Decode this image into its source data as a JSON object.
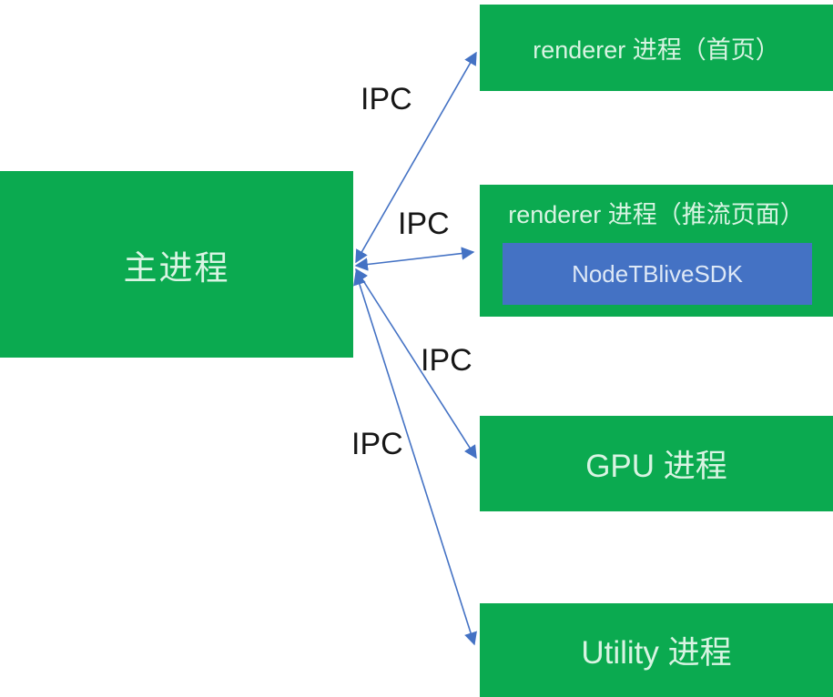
{
  "diagram": {
    "nodes": {
      "main": {
        "label": "主进程"
      },
      "renderer_home": {
        "label": "renderer 进程（首页）"
      },
      "renderer_push": {
        "label": "renderer 进程（推流页面）"
      },
      "sdk": {
        "label": "NodeTBliveSDK"
      },
      "gpu": {
        "label": "GPU 进程"
      },
      "utility": {
        "label": "Utility 进程"
      }
    },
    "edges": [
      {
        "from": "main",
        "to": "renderer_home",
        "label": "IPC"
      },
      {
        "from": "main",
        "to": "renderer_push",
        "label": "IPC"
      },
      {
        "from": "main",
        "to": "gpu",
        "label": "IPC"
      },
      {
        "from": "main",
        "to": "utility",
        "label": "IPC"
      }
    ],
    "colors": {
      "process_box_green": "#0baa50",
      "sdk_box_blue": "#4472c4",
      "arrow_blue": "#4472c4",
      "edge_label_text": "#161616",
      "box_text": "#d9f4e3"
    }
  }
}
